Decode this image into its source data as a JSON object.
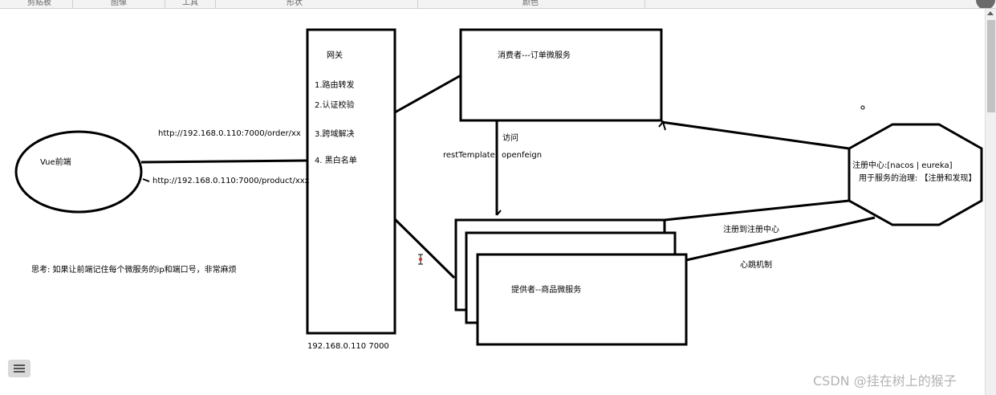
{
  "toolbar": {
    "groups": [
      "剪贴板",
      "图像",
      "工具",
      "形状",
      "颜色"
    ]
  },
  "diagram": {
    "frontend": "Vue前端",
    "url_order": "http://192.168.0.110:7000/order/xx",
    "url_product": "http://192.168.0.110:7000/product/xxx",
    "gateway": {
      "title": "网关",
      "items": [
        "1.路由转发",
        "2.认证校验",
        "3.跨域解决",
        "4. 黑白名单"
      ],
      "address": "192.168.0.110 7000"
    },
    "consumer": "消费者---订单微服务",
    "access": "访问",
    "rest_template": "restTemplate",
    "openfeign": "openfeign",
    "provider": "提供者--商品微服务",
    "registry_line1": "注册中心:[nacos | eureka]",
    "registry_line2": "用于服务的治理: 【注册和发现】",
    "register_label": "注册到注册中心",
    "heartbeat_label": "心跳机制",
    "thought": "思考: 如果让前端记住每个微服务的ip和端口号，非常麻烦"
  },
  "watermark": "CSDN @挂在树上的猴子"
}
